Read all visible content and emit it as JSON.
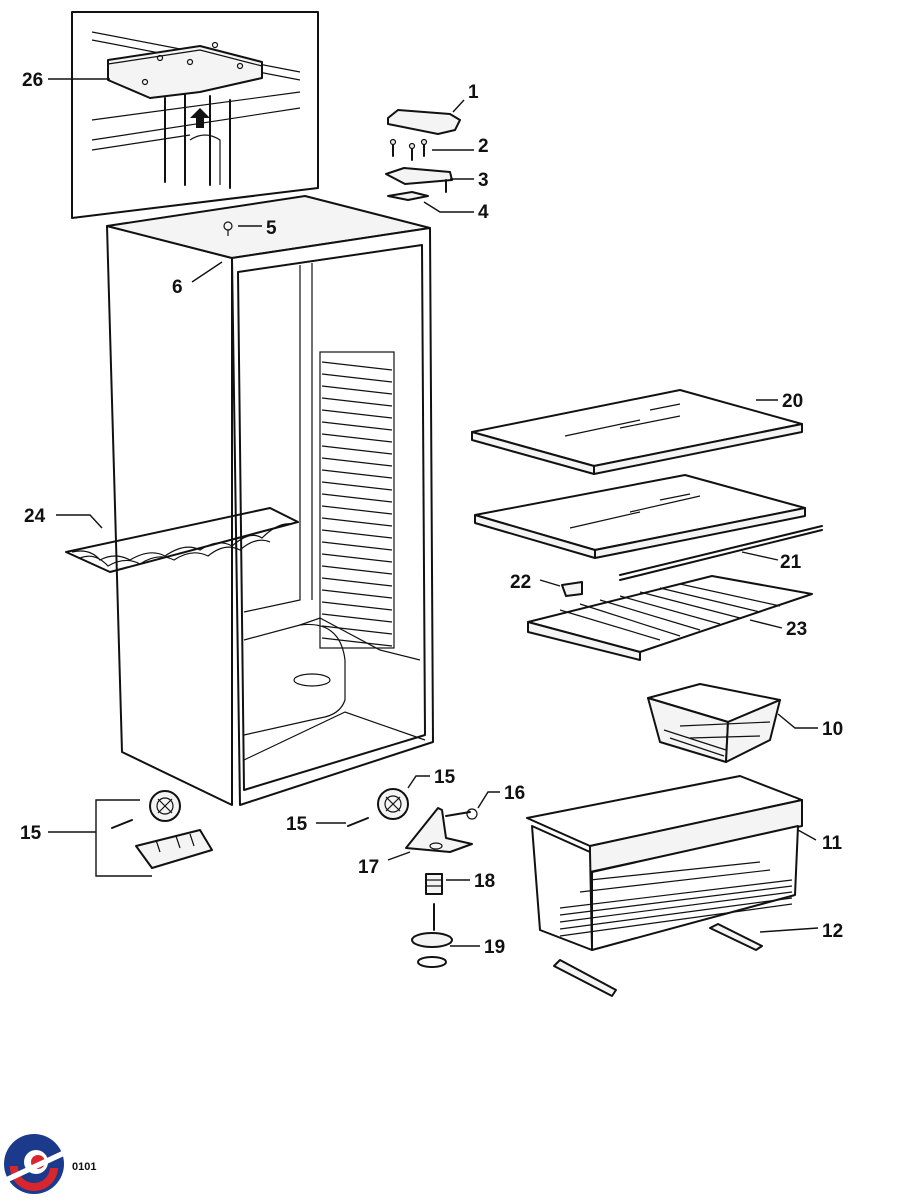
{
  "callouts": {
    "c1": "1",
    "c2": "2",
    "c3": "3",
    "c4": "4",
    "c5": "5",
    "c6": "6",
    "c10": "10",
    "c11": "11",
    "c12": "12",
    "c15a": "15",
    "c15b": "15",
    "c15c": "15",
    "c16": "16",
    "c17": "17",
    "c18": "18",
    "c19": "19",
    "c20": "20",
    "c21": "21",
    "c22": "22",
    "c23": "23",
    "c24": "24",
    "c26": "26"
  },
  "footer": {
    "code": "0101"
  },
  "logo": {
    "colors": [
      "#1b3a8c",
      "#d8262f"
    ]
  }
}
